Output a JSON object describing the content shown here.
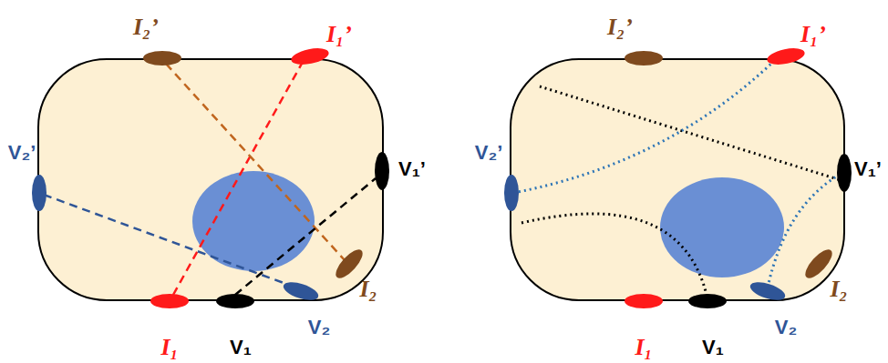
{
  "diagram": {
    "labels": [
      "I₂’",
      "I₁’",
      "V₂’",
      "V₁’",
      "I₂",
      "V₂",
      "V₁",
      "I₁",
      "I₂’",
      "I₁’",
      "V₂’",
      "V₁’",
      "I₂",
      "V₂",
      "V₁",
      "I₁"
    ]
  }
}
